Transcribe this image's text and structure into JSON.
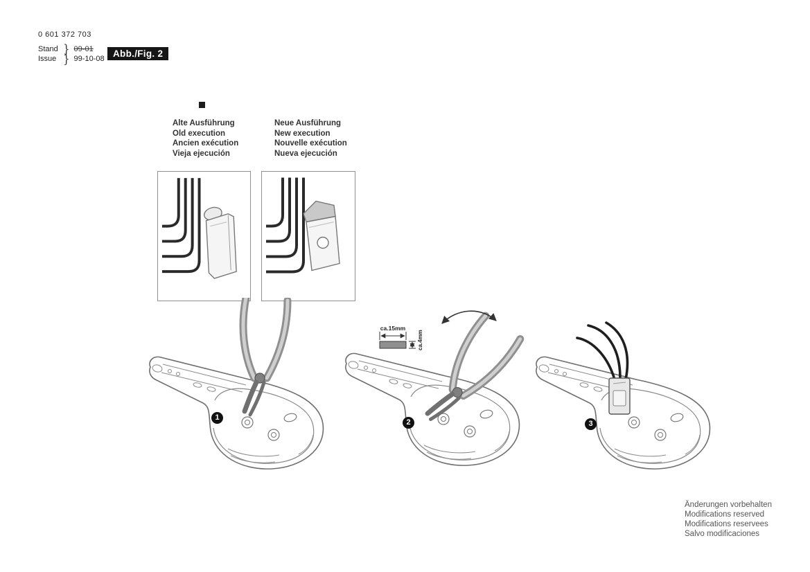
{
  "header": {
    "part_number": "0 601 372 703",
    "stand_label": "Stand",
    "issue_label": "Issue",
    "brace": "}",
    "old_date": "09-01",
    "issue_date": "99-10-08",
    "figure_label": "Abb./Fig. 2"
  },
  "colors": {
    "figure_label_bg": "#161616",
    "badge_bg": "#111111",
    "line_art": "#6f6f6f",
    "wire": "#222222"
  },
  "legend": {
    "old": {
      "lines": [
        "Alte Ausführung",
        "Old execution",
        "Ancien exécution",
        "Vieja ejecución"
      ]
    },
    "new": {
      "lines": [
        "Neue Ausführung",
        "New execution",
        "Nouvelle exécution",
        "Nueva ejecución"
      ]
    }
  },
  "steps": {
    "step1": {
      "number": "1"
    },
    "step2": {
      "number": "2",
      "dim_length": "ca.15mm",
      "dim_height": "ca.4mm"
    },
    "step3": {
      "number": "3"
    }
  },
  "footer": {
    "lines": [
      "Änderungen vorbehalten",
      "Modifications reserved",
      "Modifications reservees",
      "Salvo modificaciones"
    ]
  }
}
